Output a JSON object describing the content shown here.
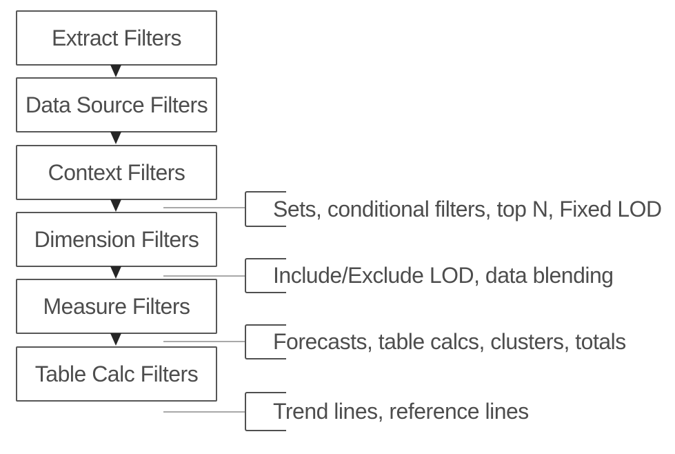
{
  "flow": {
    "boxes": [
      {
        "label": "Extract Filters"
      },
      {
        "label": "Data Source Filters"
      },
      {
        "label": "Context Filters"
      },
      {
        "label": "Dimension Filters"
      },
      {
        "label": "Measure Filters"
      },
      {
        "label": "Table Calc Filters"
      }
    ],
    "annotations": [
      {
        "label": "Sets, conditional filters, top N, Fixed LOD"
      },
      {
        "label": "Include/Exclude LOD, data blending"
      },
      {
        "label": "Forecasts, table calcs, clusters, totals"
      },
      {
        "label": "Trend lines, reference lines"
      }
    ]
  },
  "colors": {
    "background": "#ffffff",
    "box_border": "#565656",
    "text": "#4d4d4d",
    "arrow": "#262626",
    "connector_line": "#a8a8a8",
    "bracket": "#4f4f4f"
  }
}
